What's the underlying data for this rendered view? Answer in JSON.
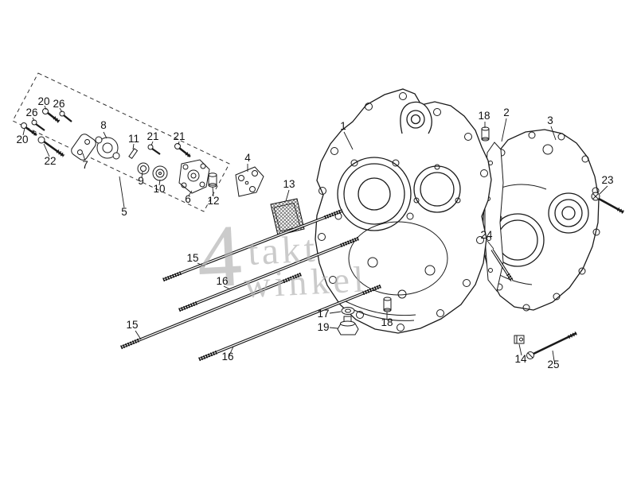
{
  "diagram": {
    "background": "#ffffff",
    "line_color": "#1a1a1a",
    "watermark": {
      "numeral": "4",
      "word1": "takt",
      "word2": "winkel",
      "color": "#b0b0b0"
    },
    "callouts": [
      "20",
      "26",
      "26",
      "20",
      "22",
      "7",
      "8",
      "11",
      "21",
      "21",
      "9",
      "10",
      "6",
      "12",
      "5",
      "4",
      "13",
      "1",
      "18",
      "2",
      "3",
      "23",
      "24",
      "15",
      "16",
      "15",
      "16",
      "17",
      "19",
      "18",
      "14",
      "25"
    ]
  }
}
